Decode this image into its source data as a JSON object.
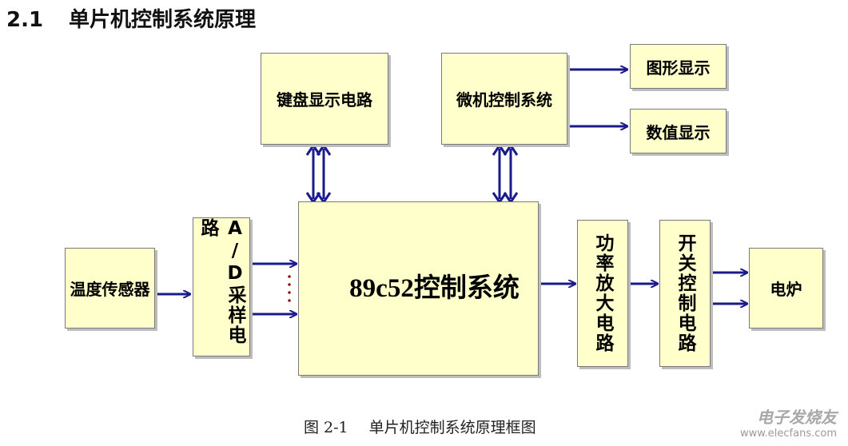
{
  "heading": {
    "number": "2.1",
    "title": "单片机控制系统原理"
  },
  "blocks": {
    "keyboard": "键盘显示电路",
    "micro": "微机控制系统",
    "graphic": "图形显示",
    "numeric": "数值显示",
    "sensor": "温度传感器",
    "adc": "A/D采样电路",
    "mcu": "89c52控制系统",
    "power_amp": "功率放大电路",
    "switch_ctrl": "开关控制电路",
    "furnace": "电炉"
  },
  "caption": {
    "number": "图 2-1",
    "text": "单片机控制系统原理框图"
  },
  "watermark": {
    "name": "电子发烧友",
    "url": "www.elecfans.com"
  },
  "colors": {
    "arrow": "#1a1a8c",
    "box_fill": "#ffffcc",
    "dots": "#8b1a1a"
  }
}
